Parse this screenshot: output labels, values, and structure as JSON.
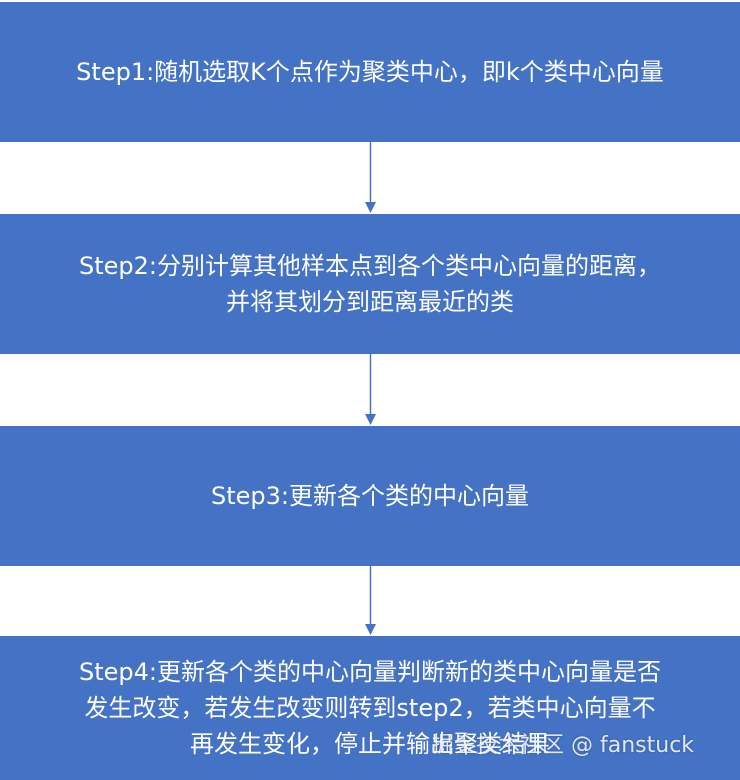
{
  "steps": [
    {
      "lines": [
        "Step1:随机选取K个点作为聚类中心，即k个类中心向量"
      ]
    },
    {
      "lines": [
        "Step2:分别计算其他样本点到各个类中心向量的距离，",
        "并将其划分到距离最近的类"
      ]
    },
    {
      "lines": [
        "Step3:更新各个类的中心向量"
      ]
    },
    {
      "lines": [
        "Step4:更新各个类的中心向量判断新的类中心向量是否",
        "发生改变，若发生改变则转到step2，若类中心向量不",
        "再发生变化，停止并输出聚类结果"
      ]
    }
  ],
  "watermark": "掘金技术社区 @ fanstuck",
  "colors": {
    "box_fill": "#4472c4",
    "box_text": "#ffffff",
    "arrow": "#4472c4"
  }
}
